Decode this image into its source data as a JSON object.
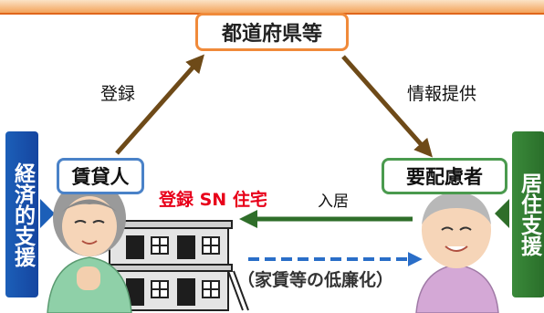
{
  "nodes": {
    "top": "都道府県等",
    "left": "賃貸人",
    "right": "要配慮者"
  },
  "edges": {
    "register": "登録",
    "info": "情報提供",
    "move_in": "入居"
  },
  "red_label": "登録 SN 住宅",
  "note": "（家賃等の低廉化）",
  "sidebars": {
    "left": "経済的支援",
    "right": "居住支援"
  },
  "colors": {
    "top_border": "#f08a3a",
    "left_border": "#4a82c8",
    "right_border": "#4a9a4e",
    "arrow_brown": "#6e4a18",
    "arrow_green": "#2f6e2a",
    "arrow_blue_dashed": "#2a6ec8",
    "red_text": "#e8001a"
  }
}
